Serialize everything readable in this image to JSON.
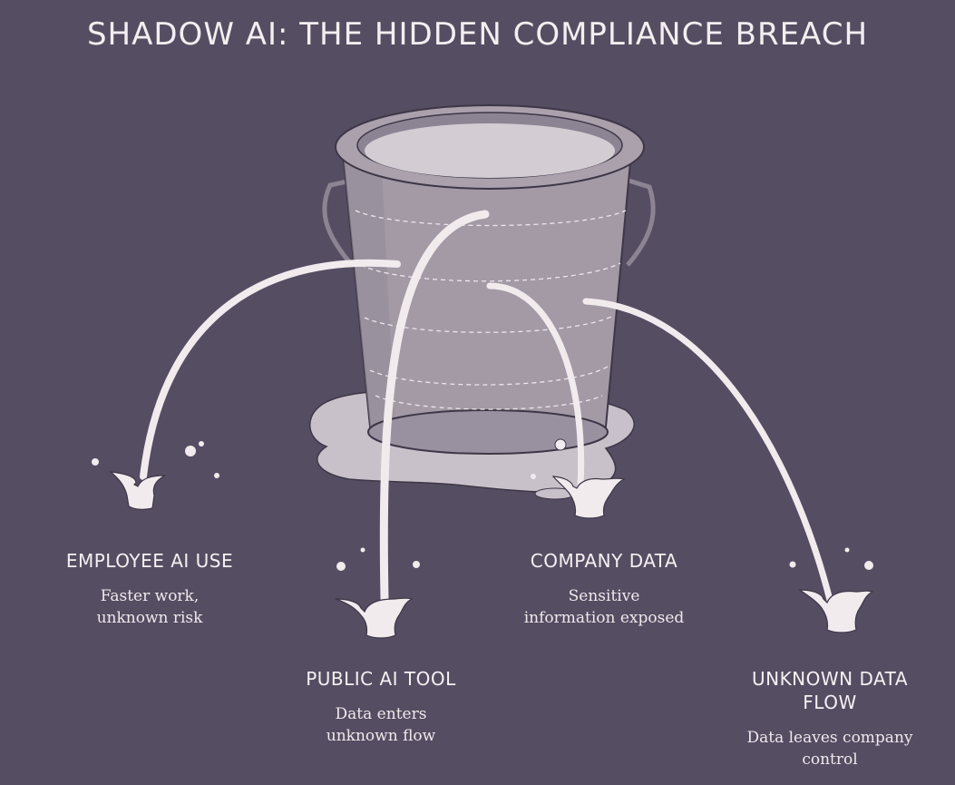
{
  "title": "SHADOW AI: THE HIDDEN COMPLIANCE BREACH",
  "labels": {
    "employee": {
      "heading": "EMPLOYEE AI USE",
      "line1": "Faster work,",
      "line2": "unknown risk"
    },
    "public_tool": {
      "heading": "PUBLIC AI TOOL",
      "line1": "Data enters",
      "line2": "unknown flow"
    },
    "company_data": {
      "heading": "COMPANY DATA",
      "line1": "Sensitive",
      "line2": "information exposed"
    },
    "unknown_flow": {
      "heading_line1": "UNKNOWN DATA",
      "heading_line2": "FLOW",
      "line1": "Data leaves company",
      "line2": "control"
    }
  },
  "colors": {
    "background": "#554d62",
    "bucket": "#a39aa6",
    "bucket_dark": "#8d8493",
    "puddle": "#c9c1c9",
    "stream": "#f1ebee",
    "text": "#f5f0f2"
  }
}
